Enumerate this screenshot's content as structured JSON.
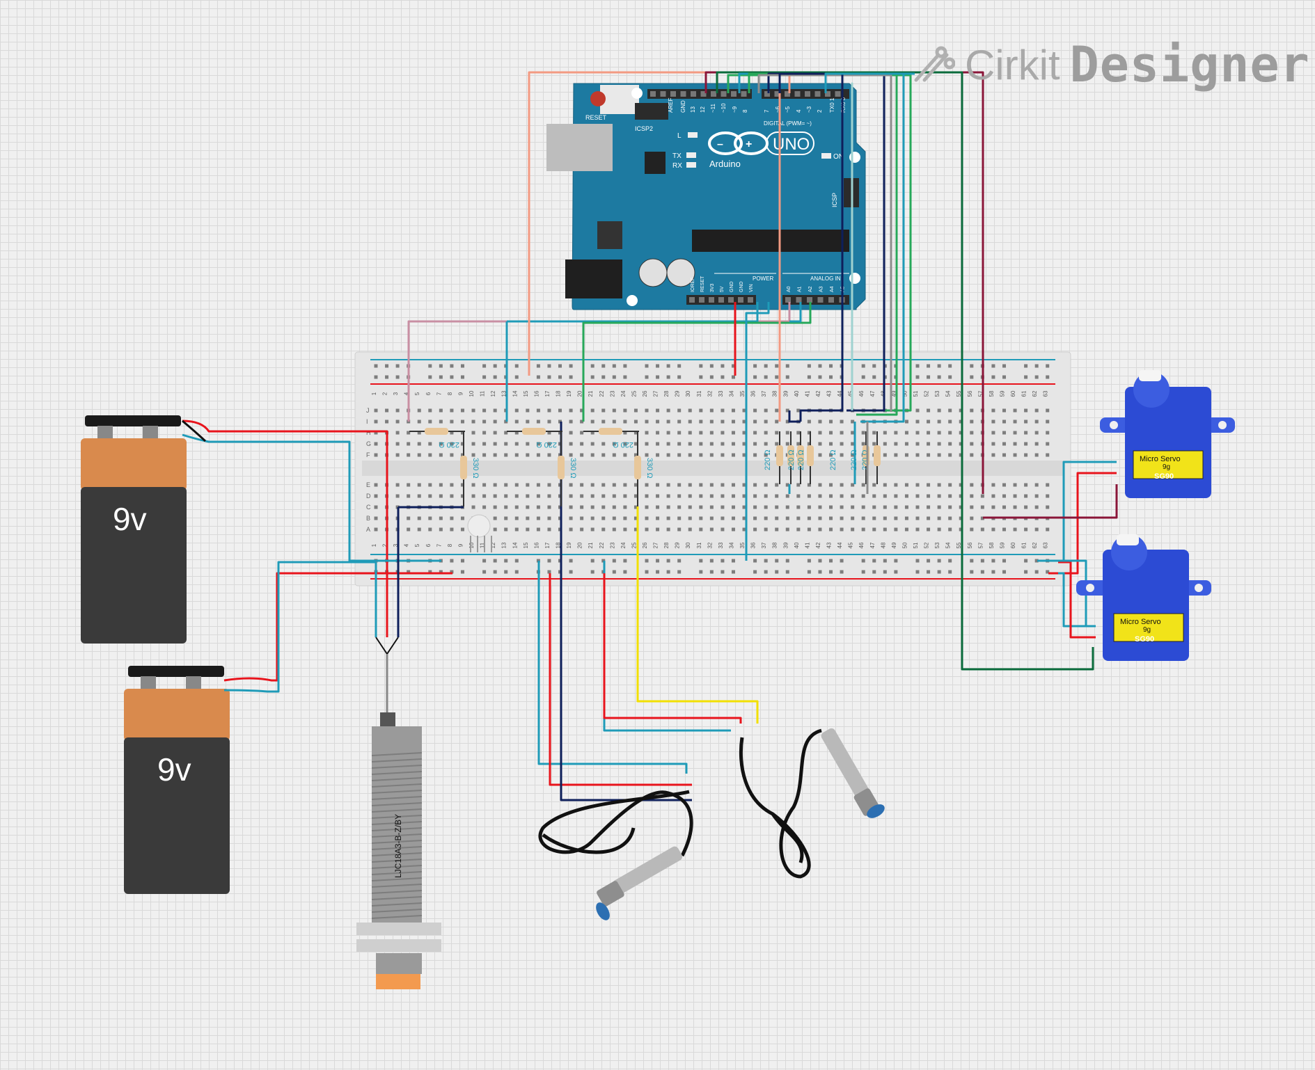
{
  "app": {
    "brand_light": "Cirkit",
    "brand_bold": "Designer"
  },
  "arduino": {
    "model": "UNO",
    "brand": "Arduino",
    "reset_label": "RESET",
    "icsp2_label": "ICSP2",
    "icsp_label": "ICSP",
    "digital_label": "DIGITAL (PWM= ~)",
    "power_label": "POWER",
    "analog_label": "ANALOG IN",
    "led_labels": [
      "L",
      "TX",
      "RX",
      "ON"
    ],
    "top_pins": [
      "AREF",
      "GND",
      "13",
      "12",
      "~11",
      "~10",
      "~9",
      "8",
      "7",
      "~6",
      "~5",
      "4",
      "~3",
      "2",
      "TX0 1",
      "RX0 0"
    ],
    "power_pins": [
      "IOREF",
      "RESET",
      "3V3",
      "5V",
      "GND",
      "GND",
      "VIN"
    ],
    "analog_pins": [
      "A0",
      "A1",
      "A2",
      "A3",
      "A4",
      "A5"
    ]
  },
  "breadboard": {
    "columns": 63,
    "row_letters_top": [
      "J",
      "I",
      "H",
      "G",
      "F"
    ],
    "row_letters_bottom": [
      "E",
      "D",
      "C",
      "B",
      "A"
    ]
  },
  "resistors": [
    {
      "label": "220 Ω"
    },
    {
      "label": "220 Ω"
    },
    {
      "label": "220 Ω"
    },
    {
      "label": "330 Ω"
    },
    {
      "label": "330 Ω"
    },
    {
      "label": "330 Ω"
    },
    {
      "label": "220 Ω"
    },
    {
      "label": "220 Ω"
    },
    {
      "label": "220 Ω"
    },
    {
      "label": "220 Ω"
    },
    {
      "label": "220 Ω"
    },
    {
      "label": "220 Ω"
    }
  ],
  "batteries": [
    {
      "label": "9v"
    },
    {
      "label": "9v"
    }
  ],
  "servos": [
    {
      "title": "Micro Servo",
      "weight": "9g",
      "model": "SG90"
    },
    {
      "title": "Micro Servo",
      "weight": "9g",
      "model": "SG90"
    }
  ],
  "sensor_large": {
    "label": "LJC18A3-B-Z/BY"
  },
  "colors": {
    "wire_red": "#e8141c",
    "wire_teal": "#1f9bb8",
    "wire_navy": "#0e1f5b",
    "wire_green": "#27a85a",
    "wire_salmon": "#f39a82",
    "wire_pink": "#c98fa3",
    "wire_yellow": "#f2e000",
    "wire_maroon": "#8a1538",
    "wire_darkgreen": "#0a6b3b",
    "arduino_blue": "#1d7aa1",
    "battery_orange": "#d98a4d",
    "battery_body": "#3a3a3a",
    "servo_blue": "#2c4bd4"
  }
}
